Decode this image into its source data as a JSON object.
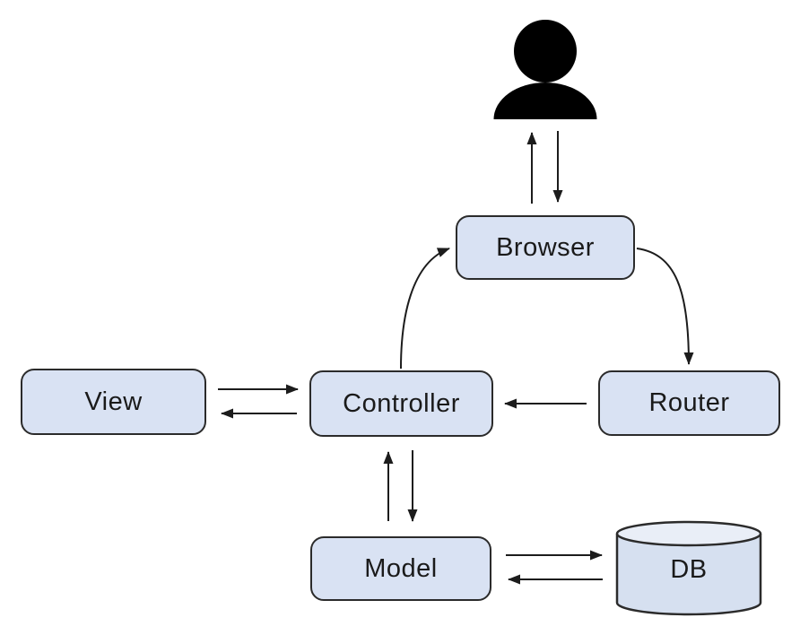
{
  "diagram": {
    "type": "architecture-flow-diagram",
    "nodes": {
      "user": {
        "icon": "user-icon",
        "shape": "person-silhouette"
      },
      "browser": {
        "label": "Browser",
        "shape": "rounded-rect"
      },
      "view": {
        "label": "View",
        "shape": "rounded-rect"
      },
      "controller": {
        "label": "Controller",
        "shape": "rounded-rect"
      },
      "router": {
        "label": "Router",
        "shape": "rounded-rect"
      },
      "model": {
        "label": "Model",
        "shape": "rounded-rect"
      },
      "db": {
        "label": "DB",
        "shape": "cylinder"
      }
    },
    "edges": [
      {
        "from": "Browser",
        "to": "User",
        "shape": "straight-vertical"
      },
      {
        "from": "User",
        "to": "Browser",
        "shape": "straight-vertical"
      },
      {
        "from": "Controller",
        "to": "Browser",
        "shape": "curved"
      },
      {
        "from": "Browser",
        "to": "Router",
        "shape": "curved"
      },
      {
        "from": "View",
        "to": "Controller",
        "shape": "straight-horizontal"
      },
      {
        "from": "Controller",
        "to": "View",
        "shape": "straight-horizontal"
      },
      {
        "from": "Router",
        "to": "Controller",
        "shape": "straight-horizontal"
      },
      {
        "from": "Controller",
        "to": "Model",
        "shape": "straight-vertical"
      },
      {
        "from": "Model",
        "to": "Controller",
        "shape": "straight-vertical"
      },
      {
        "from": "Model",
        "to": "DB",
        "shape": "straight-horizontal"
      },
      {
        "from": "DB",
        "to": "Model",
        "shape": "straight-horizontal"
      }
    ],
    "colors": {
      "background": "#ffffff",
      "node_fill": "#d9e2f3",
      "db_top_fill": "#e9eef7",
      "db_body_fill": "#d6e0f0",
      "node_border": "#2b2b2b",
      "edge_line": "#1c1c1c",
      "person_fill": "#000000",
      "text": "#1a1a1a"
    }
  }
}
